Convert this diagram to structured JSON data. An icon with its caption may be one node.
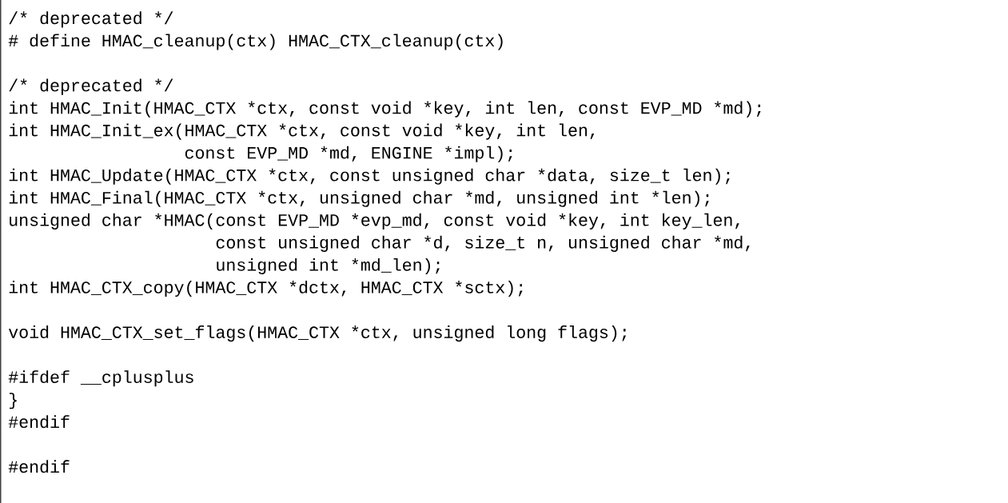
{
  "diagram": {
    "labels": [
      "/* deprecated */",
      "# define HMAC_cleanup(ctx) HMAC_CTX_cleanup(ctx)",
      "/* deprecated */",
      "int HMAC_Init(HMAC_CTX *ctx, const void *key, int len, const EVP_MD *md);",
      "int HMAC_Init_ex(HMAC_CTX *ctx, const void *key, int len,",
      "const EVP_MD *md, ENGINE *impl);",
      "int HMAC_Update(HMAC_CTX *ctx, const unsigned char *data, size_t len);",
      "int HMAC_Final(HMAC_CTX *ctx, unsigned char *md, unsigned int *len);",
      "unsigned char *HMAC(const EVP_MD *evp_md, const void *key, int key_len,",
      "const unsigned char *d, size_t n, unsigned char *md,",
      "unsigned int *md_len);",
      "int HMAC_CTX_copy(HMAC_CTX *dctx, HMAC_CTX *sctx);",
      "void HMAC_CTX_set_flags(HMAC_CTX *ctx, unsigned long flags);",
      "#ifdef  __cplusplus",
      "}",
      "#endif",
      "#endif"
    ]
  }
}
